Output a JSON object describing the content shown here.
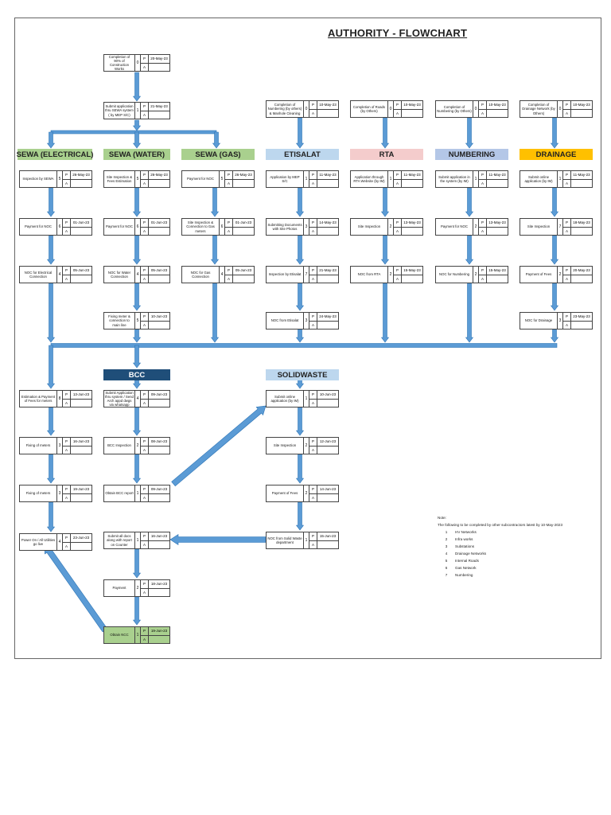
{
  "title": "AUTHORITY - FLOWCHART",
  "headers": {
    "sewa_electrical": {
      "label": "SEWA (ELECTRICAL)",
      "color": "#a9d08e"
    },
    "sewa_water": {
      "label": "SEWA (WATER)",
      "color": "#a9d08e"
    },
    "sewa_gas": {
      "label": "SEWA (GAS)",
      "color": "#a9d08e"
    },
    "etisalat": {
      "label": "ETISALAT",
      "color": "#bdd7ee"
    },
    "rta": {
      "label": "RTA",
      "color": "#f4cccc"
    },
    "numbering": {
      "label": "NUMBERING",
      "color": "#b4c7e7"
    },
    "drainage": {
      "label": "DRAINAGE",
      "color": "#ffc000"
    },
    "bcc": {
      "label": "BCC",
      "color": "#1f4e79"
    },
    "solidwaste": {
      "label": "SOLIDWASTE",
      "color": "#bdd7ee"
    }
  },
  "steps": {
    "start1": {
      "text": "Completion of 90% of Construction Works",
      "num": "0",
      "date": "20-May-23"
    },
    "start2": {
      "text": "Submit application thru SEWA system ( by MEP S/C)",
      "num": "1",
      "date": "21-May-23"
    },
    "e1": {
      "text": "Inspection by SEWA",
      "num": "5",
      "date": "26-May-23"
    },
    "e2": {
      "text": "Payment for NOC",
      "num": "6",
      "date": "01-Jun-23"
    },
    "e3": {
      "text": "NOC for Electrical Connection",
      "num": "4",
      "date": "05-Jun-23"
    },
    "w1": {
      "text": "Site Inspection & Fees Estimation",
      "num": "5",
      "date": "26-May-23"
    },
    "w2": {
      "text": "Payment for NOC",
      "num": "6",
      "date": "01-Jun-23"
    },
    "w3": {
      "text": "NOC for Water Connection",
      "num": "4",
      "date": "05-Jun-23"
    },
    "w4": {
      "text": "Fixing meter & connection to main line",
      "num": "5",
      "date": "10-Jun-23"
    },
    "g1": {
      "text": "Payment for NOC",
      "num": "5",
      "date": "26-May-23"
    },
    "g2": {
      "text": "Site Inspection & Connection to Gas meters",
      "num": "6",
      "date": "01-Jun-23"
    },
    "g3": {
      "text": "NOC for Gas Connection",
      "num": "4",
      "date": "05-Jun-23"
    },
    "t0": {
      "text": "Completion of Numbering (by others) & Manhole Cleaning",
      "num": "0",
      "date": "10-May-23"
    },
    "t1": {
      "text": "Application by MEP S/C",
      "num": "1",
      "date": "11-May-23"
    },
    "t2": {
      "text": "Submitting Documents with Site Photos",
      "num": "3",
      "date": "14-May-23"
    },
    "t3": {
      "text": "Inspection by Etisalat",
      "num": "7",
      "date": "21-May-23"
    },
    "t4": {
      "text": "NOC from Etisalat",
      "num": "3",
      "date": "24-May-23"
    },
    "r0": {
      "text": "Completion of Roads (by Others)",
      "num": "0",
      "date": "10-May-23"
    },
    "r1": {
      "text": "Application through RTA Website (by IM)",
      "num": "1",
      "date": "11-May-23"
    },
    "r2": {
      "text": "Site Inspection",
      "num": "2",
      "date": "13-May-23"
    },
    "r3": {
      "text": "NOC from RTA",
      "num": "2",
      "date": "15-May-23"
    },
    "n0": {
      "text": "Completion of Numbering (by Others)",
      "num": "0",
      "date": "10-May-23"
    },
    "n1": {
      "text": "Submit application in the system (by IM)",
      "num": "1",
      "date": "11-May-23"
    },
    "n2": {
      "text": "Payment for NOC",
      "num": "2",
      "date": "13-May-23"
    },
    "n3": {
      "text": "NOC for Numbering",
      "num": "2",
      "date": "15-May-23"
    },
    "d0": {
      "text": "Completion of Drainage Network (by Others)",
      "num": "0",
      "date": "10-May-23"
    },
    "d1": {
      "text": "Submit online application (by IM)",
      "num": "1",
      "date": "11-May-23"
    },
    "d2": {
      "text": "Site Inspection",
      "num": "7",
      "date": "18-May-23"
    },
    "d3": {
      "text": "Payment of Fees",
      "num": "2",
      "date": "20-May-23"
    },
    "d4": {
      "text": "NOC for Drainage",
      "num": "3",
      "date": "23-May-23"
    },
    "m1": {
      "text": "Estimation & Payment of Fees for meters",
      "num": "8",
      "date": "13-Jun-23"
    },
    "m2": {
      "text": "Fixing of meters",
      "num": "3",
      "date": "16-Jun-23"
    },
    "m3": {
      "text": "Fixing of meters",
      "num": "3",
      "date": "19-Jun-23"
    },
    "m4": {
      "text": "Power On / All Utilities go live",
      "num": "4",
      "date": "23-Jun-23"
    },
    "b1": {
      "text": "Submit Application thru system / Send Arch appd dwgs via whatsapp",
      "num": "4",
      "date": "09-Jun-23"
    },
    "b2": {
      "text": "BCC Inspection",
      "num": "2",
      "date": "08-Jun-23"
    },
    "b3": {
      "text": "Obtain BCC report",
      "num": "1",
      "date": "09-Jun-23"
    },
    "b4": {
      "text": "Submit all docs along with report on Counter",
      "num": "1",
      "date": "16-Jun-23"
    },
    "b5": {
      "text": "Payment",
      "num": "2",
      "date": "18-Jun-23"
    },
    "b6": {
      "text": "Obtain NCC",
      "num": "1",
      "date": "19-Jun-23"
    },
    "s1": {
      "text": "Submit online application (by IM)",
      "num": "1",
      "date": "10-Jun-23"
    },
    "s2": {
      "text": "Site Inspection",
      "num": "2",
      "date": "12-Jun-23"
    },
    "s3": {
      "text": "Payment of Fees",
      "num": "2",
      "date": "14-Jun-23"
    },
    "s4": {
      "text": "NOC from Solid Waste department",
      "num": "1",
      "date": "15-Jun-23"
    }
  },
  "pa": {
    "p": "P",
    "a": "A"
  },
  "note": {
    "heading": "Note:",
    "intro": "The following to be completed by other subcontractors latest by 10-May-2023",
    "items": [
      {
        "n": "1",
        "t": "HV Networks"
      },
      {
        "n": "2",
        "t": "Infra works"
      },
      {
        "n": "3",
        "t": "Substations"
      },
      {
        "n": "4",
        "t": "Drainage Networks"
      },
      {
        "n": "5",
        "t": "Internal Roads"
      },
      {
        "n": "6",
        "t": "Gas Network"
      },
      {
        "n": "7",
        "t": "Numbering"
      }
    ]
  },
  "colors": {
    "arrow": "#5b9bd5",
    "arrow_edge": "#2e75b6",
    "highlight": "#a9d08e"
  }
}
